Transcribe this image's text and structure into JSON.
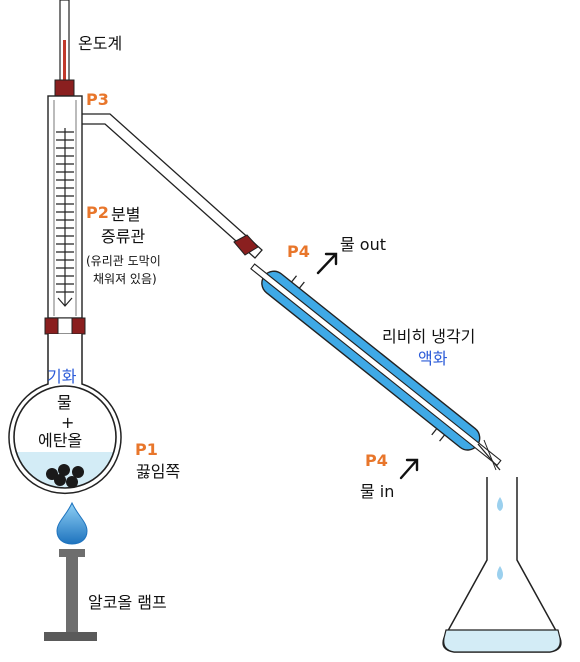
{
  "labels": {
    "thermometer": "온도계",
    "p3": "P3",
    "p2": "P2",
    "column_line1": "분별",
    "column_line2": "증류관",
    "column_note_line1": "(유리관 도막이",
    "column_note_line2": "채워져 있음)",
    "p4_top": "P4",
    "water_out": "물 out",
    "condenser": "리비히 냉각기",
    "condensation": "액화",
    "vaporization": "기화",
    "flask_line1": "물",
    "flask_line2": "+",
    "flask_line3": "에탄올",
    "p1": "P1",
    "boiling_chips": "끓임쪽",
    "p4_bottom": "P4",
    "water_in": "물 in",
    "lamp": "알코올 램프"
  },
  "colors": {
    "accent_orange": "#e8762b",
    "label_blue": "#2b5bd8",
    "coolant_blue": "#3fa9e6",
    "liquid_light_blue": "#d3ecf6",
    "stopper_red": "#8a1f1f",
    "lamp_gray": "#6e6e6e",
    "flame_blue": "#1e73be"
  }
}
